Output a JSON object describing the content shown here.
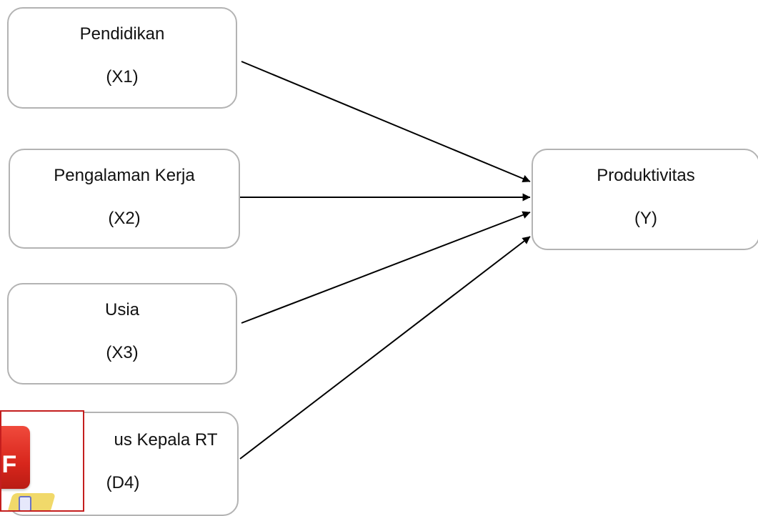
{
  "diagram": {
    "nodes": [
      {
        "id": "x1",
        "name": "Pendidikan",
        "code": "(X1)"
      },
      {
        "id": "x2",
        "name": "Pengalaman Kerja",
        "code": "(X2)"
      },
      {
        "id": "x3",
        "name": "Usia",
        "code": "(X3)"
      },
      {
        "id": "d4",
        "name": "us Kepala RT",
        "code": "(D4)"
      },
      {
        "id": "y",
        "name": "Produktivitas",
        "code": "(Y)"
      }
    ],
    "edges": [
      {
        "from": "x1",
        "to": "y"
      },
      {
        "from": "x2",
        "to": "y"
      },
      {
        "from": "x3",
        "to": "y"
      },
      {
        "from": "d4",
        "to": "y"
      }
    ]
  },
  "overlay": {
    "icon": "pdf-file-icon",
    "label": "DF",
    "border_color": "#c41e1e"
  },
  "colors": {
    "box_border": "#b3b3b3",
    "arrow": "#000000",
    "text": "#111111"
  }
}
